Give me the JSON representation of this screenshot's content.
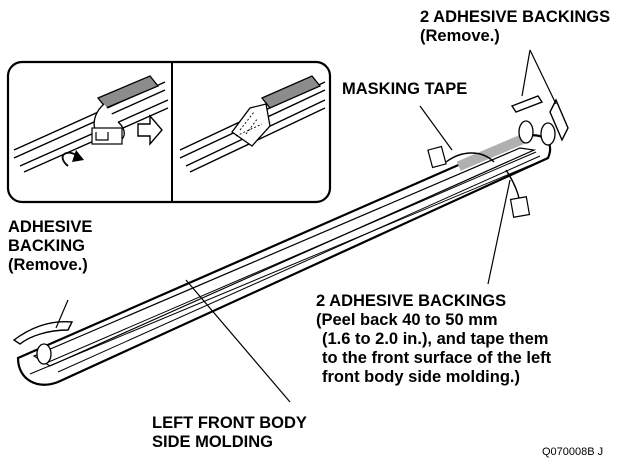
{
  "labels": {
    "adhesive_top": [
      "2 ADHESIVE BACKINGS",
      "(Remove.)"
    ],
    "masking_tape": "MASKING TAPE",
    "adhesive_left": [
      "ADHESIVE",
      "BACKING",
      "(Remove.)"
    ],
    "adhesive_right": [
      "2 ADHESIVE BACKINGS",
      "(Peel back 40 to 50 mm",
      "(1.6 to 2.0 in.), and tape them",
      "to the front surface of the left",
      "front body side molding.)"
    ],
    "part_name": [
      "LEFT FRONT BODY",
      "SIDE MOLDING"
    ]
  },
  "figure_code": "Q070008B J"
}
